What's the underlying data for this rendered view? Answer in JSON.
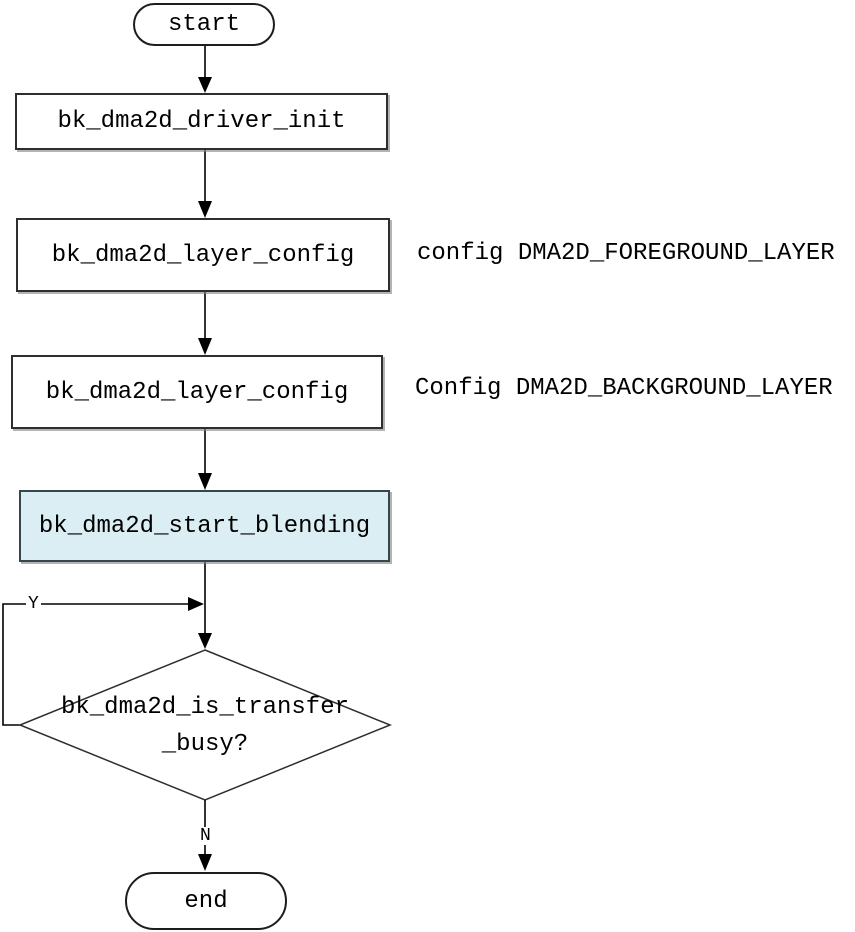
{
  "diagram": {
    "type": "flowchart",
    "nodes": {
      "start": {
        "label": "start",
        "shape": "terminator"
      },
      "driver_init": {
        "label": "bk_dma2d_driver_init",
        "shape": "process"
      },
      "layer_config_fg": {
        "label": "bk_dma2d_layer_config",
        "shape": "process"
      },
      "layer_config_bg": {
        "label": "bk_dma2d_layer_config",
        "shape": "process"
      },
      "start_blending": {
        "label": "bk_dma2d_start_blending",
        "shape": "process",
        "highlighted": true
      },
      "is_transfer_busy": {
        "line1": "bk_dma2d_is_transfer",
        "line2": "_busy?",
        "shape": "decision"
      },
      "end": {
        "label": "end",
        "shape": "terminator"
      }
    },
    "annotations": {
      "foreground": "config DMA2D_FOREGROUND_LAYER",
      "background": "Config DMA2D_BACKGROUND_LAYER"
    },
    "edge_labels": {
      "yes": "Y",
      "no": "N"
    },
    "colors": {
      "highlight_fill": "#daeef3",
      "line": "#000000",
      "node_border": "#2e2e2e",
      "background": "#ffffff"
    }
  }
}
